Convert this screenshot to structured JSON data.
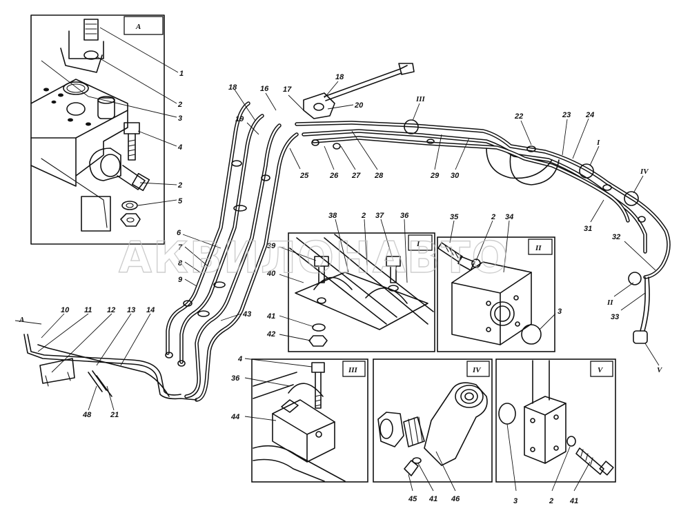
{
  "watermark": "АКВИЛОНАВТО",
  "view_labels": {
    "A_box": "A",
    "A_arrow": "A",
    "I": "I",
    "II": "II",
    "III": "III",
    "IV": "IV",
    "V": "V"
  },
  "main_callouts": {
    "c18a": "18",
    "c16": "16",
    "c17": "17",
    "c18b": "18",
    "c20": "20",
    "c19": "19",
    "cIII": "III",
    "c22": "22",
    "c23": "23",
    "c24": "24",
    "cI": "I",
    "c25": "25",
    "c26": "26",
    "c27": "27",
    "c28": "28",
    "c29": "29",
    "c30": "30",
    "cIV": "IV",
    "c31": "31",
    "c32": "32",
    "cII": "II",
    "c33": "33",
    "cV": "V",
    "c6": "6",
    "c7": "7",
    "c8": "8",
    "c9": "9",
    "c43": "43",
    "c10": "10",
    "c11": "11",
    "c12": "12",
    "c13": "13",
    "c14": "14",
    "c48": "48",
    "c21": "21"
  },
  "panel_A_callouts": {
    "c1": "1",
    "c2a": "2",
    "c3": "3",
    "c4": "4",
    "c2b": "2",
    "c5": "5"
  },
  "panel_I_callouts": {
    "c38": "38",
    "c2": "2",
    "c37": "37",
    "c36": "36",
    "c39": "39",
    "c40": "40",
    "c41": "41",
    "c42": "42"
  },
  "panel_II_callouts": {
    "c35": "35",
    "c2": "2",
    "c34": "34",
    "c3": "3"
  },
  "panel_III_callouts": {
    "c4": "4",
    "c36": "36",
    "c44": "44"
  },
  "panel_IV_callouts": {
    "c45": "45",
    "c41": "41",
    "c46": "46"
  },
  "panel_V_callouts": {
    "c3": "3",
    "c2": "2",
    "c41": "41"
  }
}
